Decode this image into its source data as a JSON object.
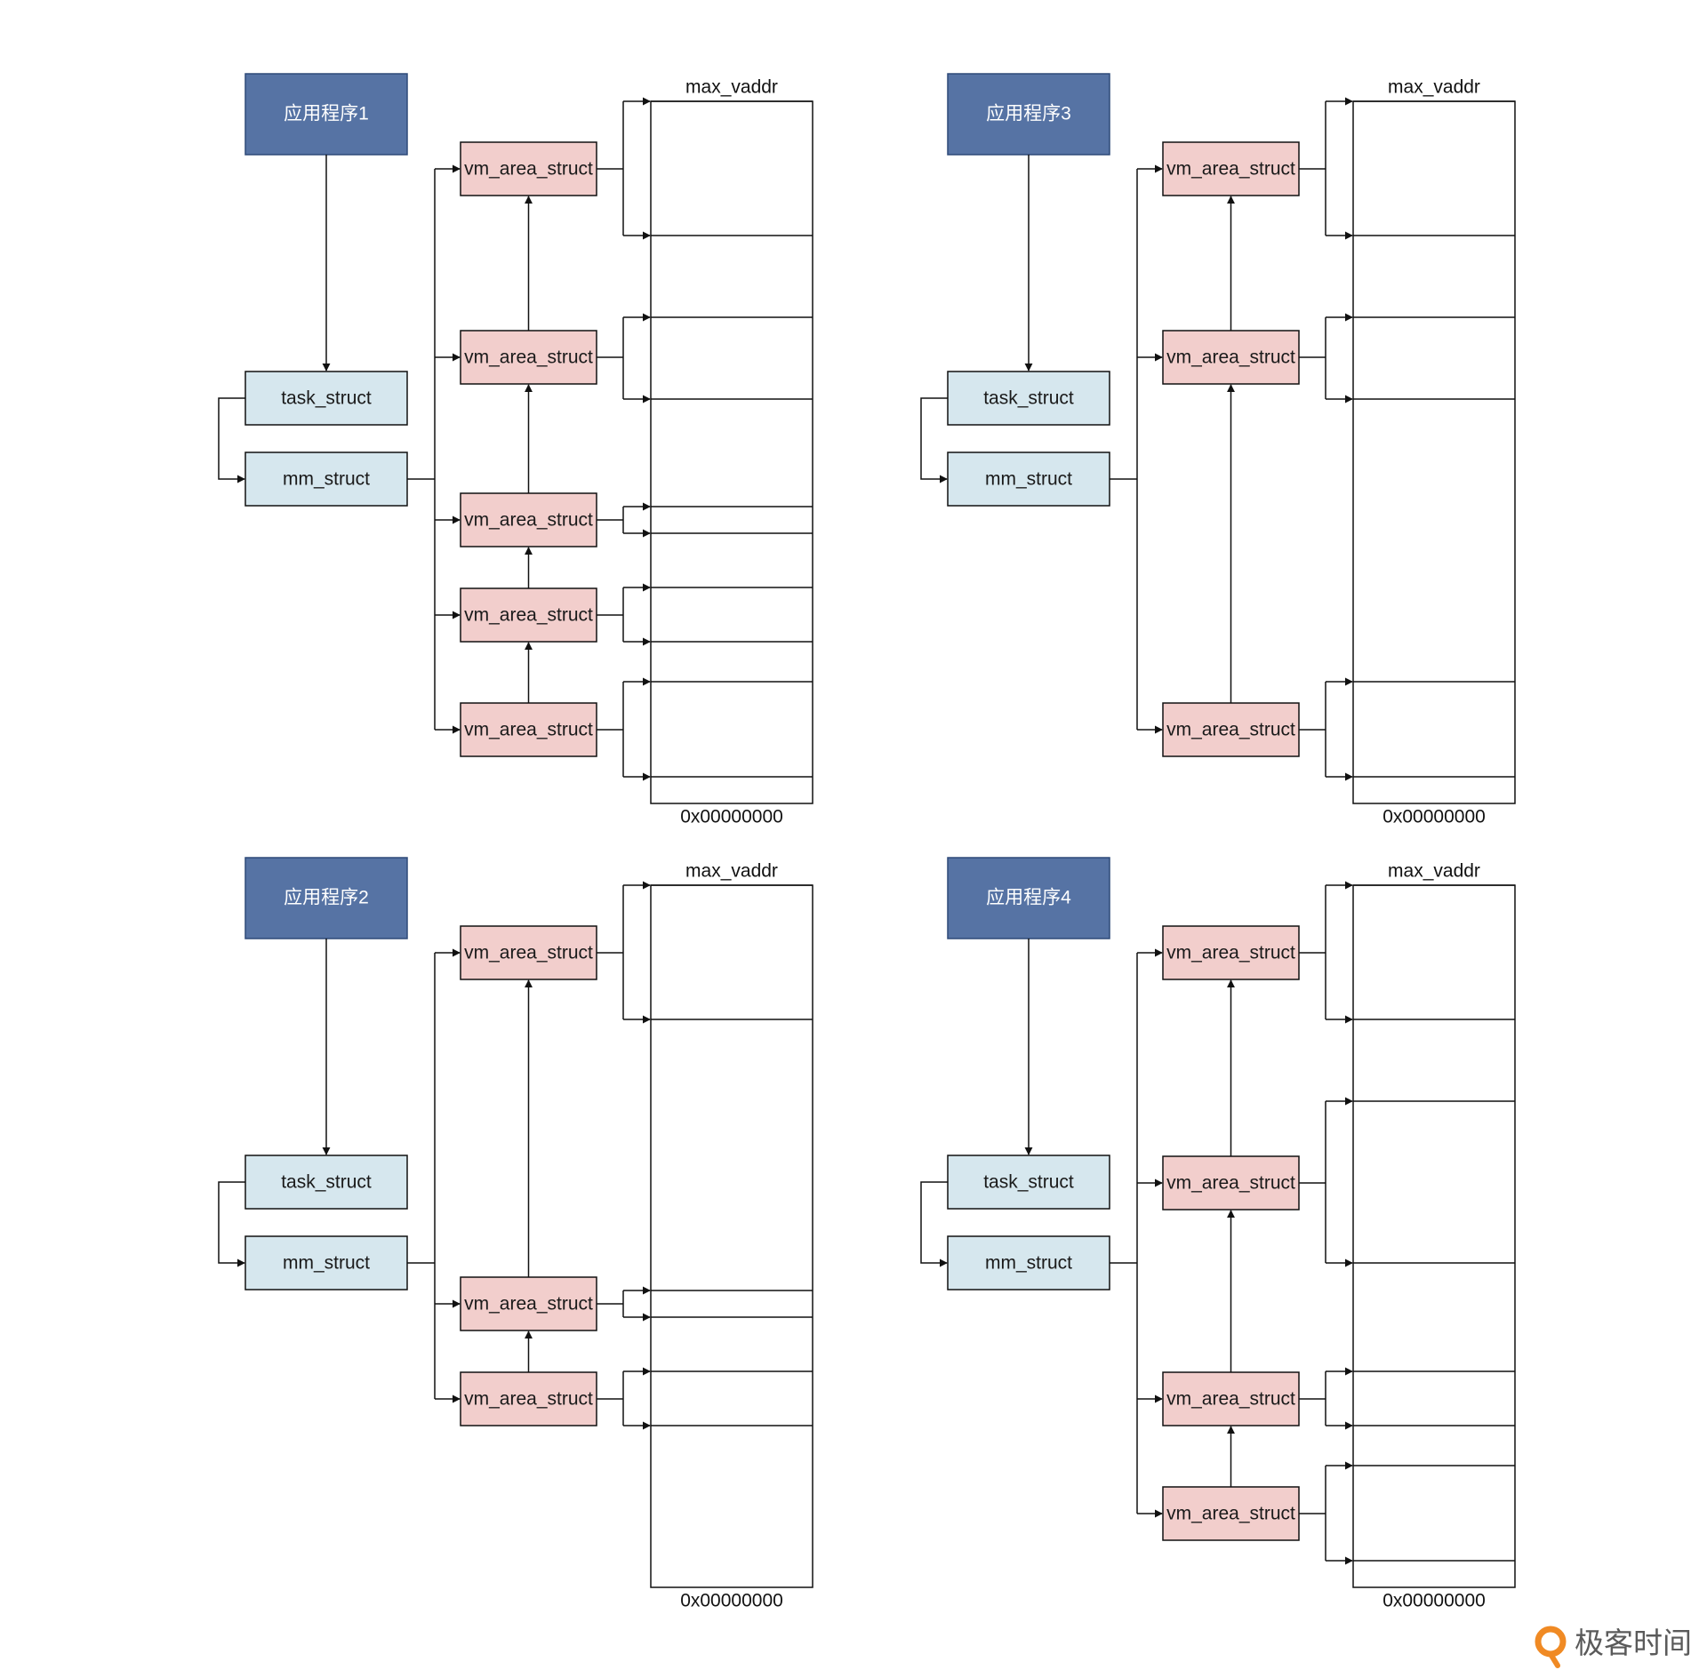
{
  "colors": {
    "app_fill": "#5673a4",
    "task_fill": "#d6e7ee",
    "vma_fill": "#f2cecc",
    "line": "#111111",
    "logo_accent": "#f08a24"
  },
  "labels": {
    "task_struct": "task_struct",
    "mm_struct": "mm_struct",
    "vm_area_struct": "vm_area_struct",
    "max_vaddr": "max_vaddr",
    "min_addr": "0x00000000"
  },
  "panels": [
    {
      "app_label": "应用程序1",
      "vma_count": 5
    },
    {
      "app_label": "应用程序3",
      "vma_count": 3
    },
    {
      "app_label": "应用程序2",
      "vma_count": 3
    },
    {
      "app_label": "应用程序4",
      "vma_count": 4
    }
  ],
  "logo": {
    "text": "极客时间"
  }
}
